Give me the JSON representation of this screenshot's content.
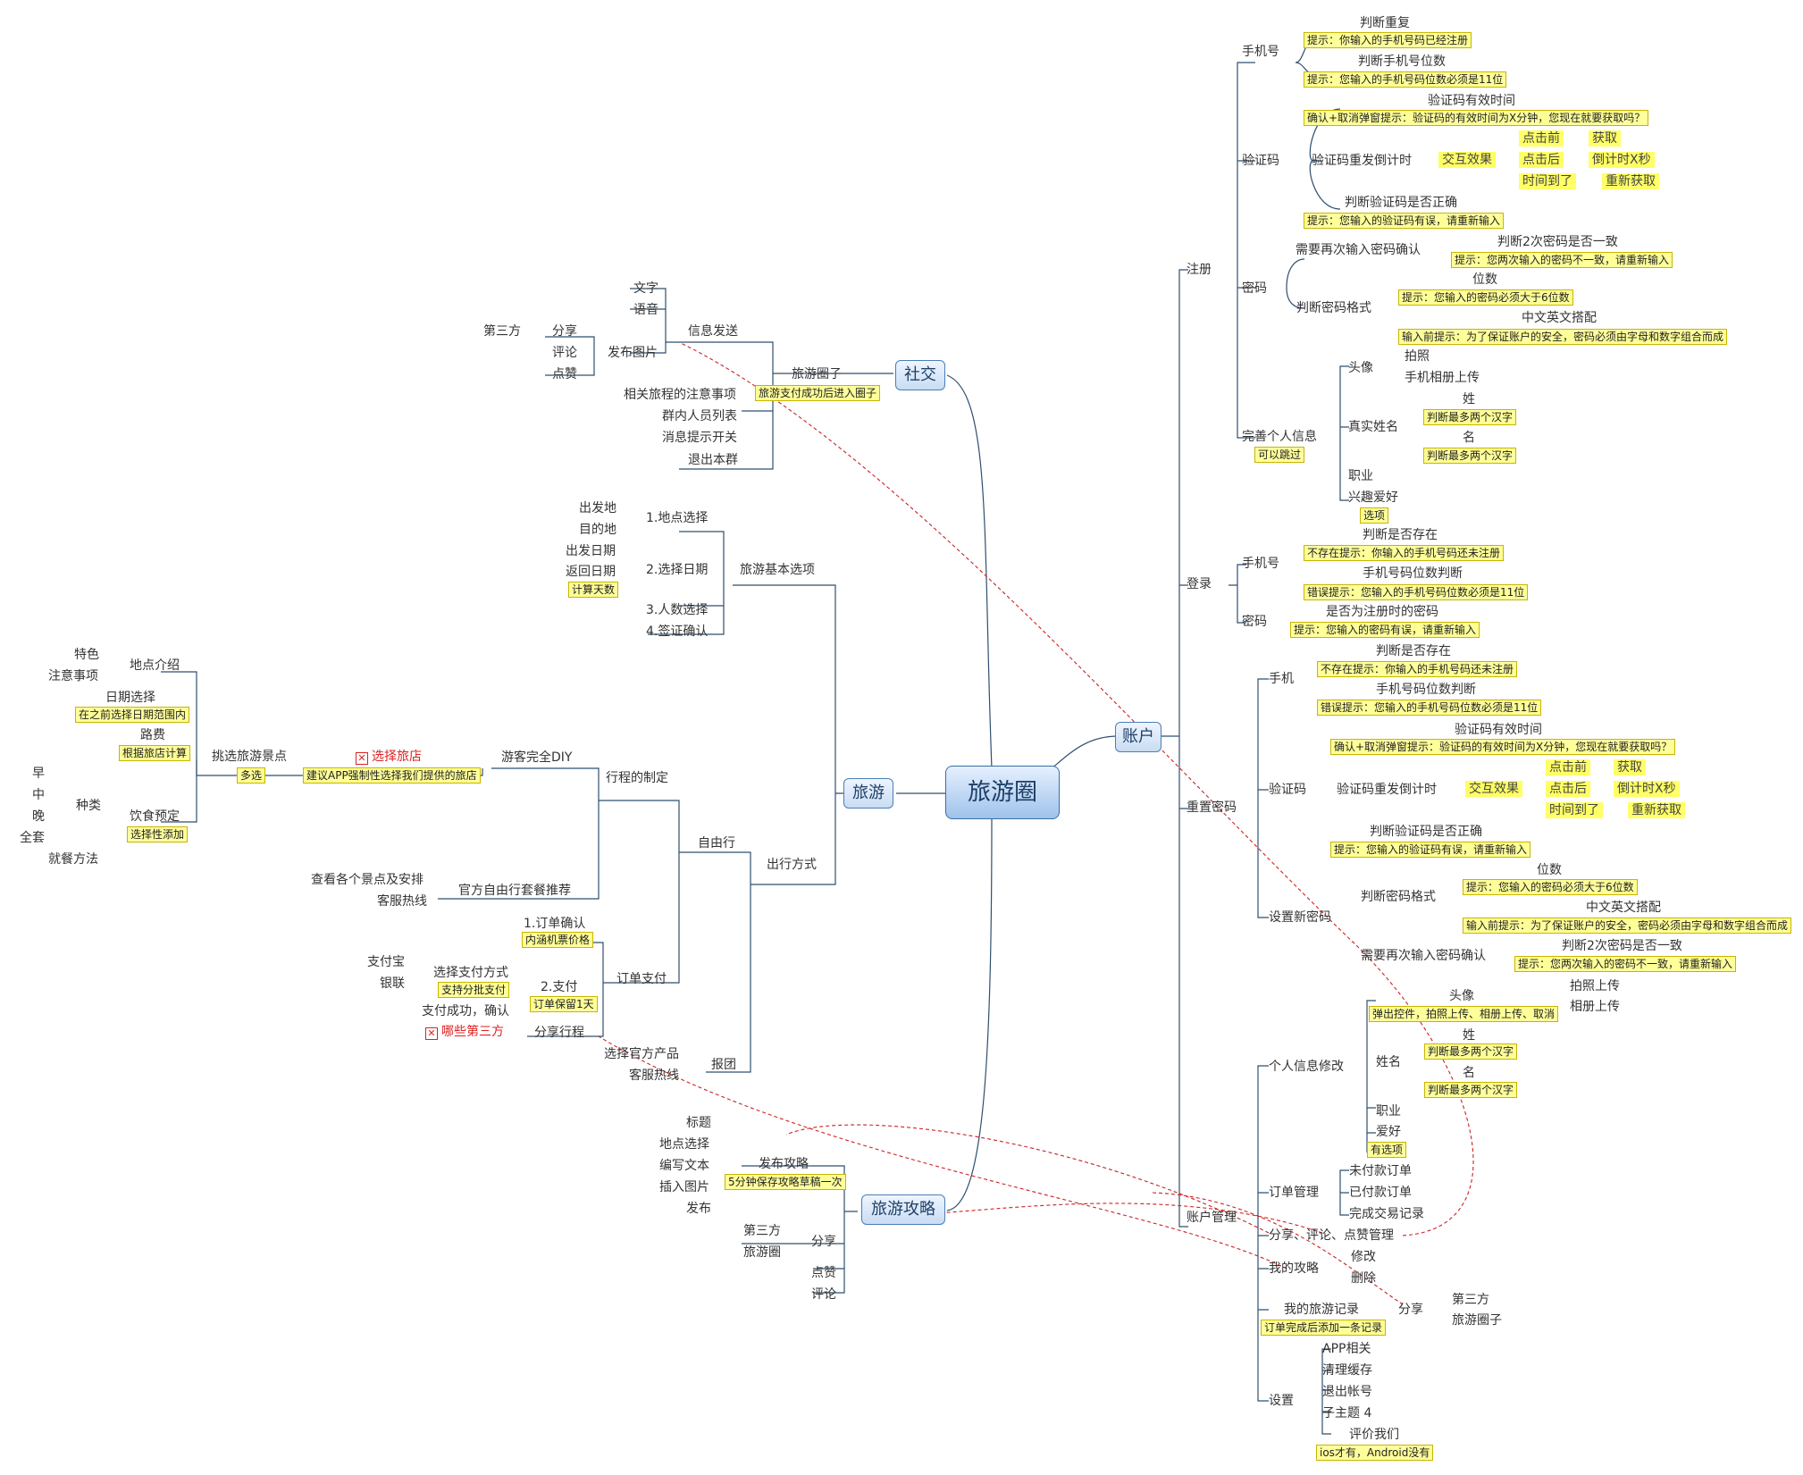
{
  "root": "旅游圈",
  "account": {
    "title": "账户",
    "register": {
      "title": "注册",
      "phone": "手机号",
      "dup_check": "判断重复",
      "dup_tip": "提示：你输入的手机号码已经注册",
      "digits_check": "判断手机号位数",
      "digits_tip": "提示：您输入的手机号码位数必须是11位",
      "code": "验证码",
      "code_valid": "验证码有效时间",
      "code_valid_tip": "确认+取消弹窗提示：验证码的有效时间为X分钟，您现在就要获取吗？",
      "resend": "验证码重发倒计时",
      "effect": "交互效果",
      "before": "点击前",
      "get": "获取",
      "after": "点击后",
      "countdown": "倒计时X秒",
      "time_up": "时间到了",
      "reget": "重新获取",
      "code_check": "判断验证码是否正确",
      "code_check_tip": "提示：您输入的验证码有误，请重新输入",
      "password": "密码",
      "confirm_pwd": "需要再次输入密码确认",
      "same_check": "判断2次密码是否一致",
      "same_tip": "提示：您两次输入的密码不一致，请重新输入",
      "format_check": "判断密码格式",
      "digits": "位数",
      "digits_pwd_tip": "提示：您输入的密码必须大于6位数",
      "mix": "中文英文搭配",
      "mix_tip": "输入前提示：为了保证账户的安全，密码必须由字母和数字组合而成",
      "profile": "完善个人信息",
      "skippable": "可以跳过",
      "avatar": "头像",
      "photo": "拍照",
      "album": "手机相册上传",
      "realname": "真实姓名",
      "surname": "姓",
      "given": "名",
      "two_chars": "判断最多两个汉字",
      "job": "职业",
      "hobby": "兴趣爱好",
      "option": "选项"
    },
    "login": {
      "title": "登录",
      "phone": "手机号",
      "exists": "判断是否存在",
      "exists_tip": "不存在提示：你输入的手机号码还未注册",
      "digits": "手机号码位数判断",
      "digits_tip": "错误提示：您输入的手机号码位数必须是11位",
      "password": "密码",
      "pwd_check": "是否为注册时的密码",
      "pwd_tip": "提示：您输入的密码有误，请重新输入"
    },
    "reset": {
      "title": "重置密码",
      "phone": "手机",
      "exists": "判断是否存在",
      "exists_tip": "不存在提示：你输入的手机号码还未注册",
      "digits": "手机号码位数判断",
      "digits_tip": "错误提示：您输入的手机号码位数必须是11位",
      "code": "验证码",
      "code_valid": "验证码有效时间",
      "code_valid_tip": "确认+取消弹窗提示：验证码的有效时间为X分钟，您现在就要获取吗？",
      "resend": "验证码重发倒计时",
      "effect": "交互效果",
      "before": "点击前",
      "get": "获取",
      "after": "点击后",
      "countdown": "倒计时X秒",
      "time_up": "时间到了",
      "reget": "重新获取",
      "code_check": "判断验证码是否正确",
      "code_check_tip": "提示：您输入的验证码有误，请重新输入",
      "new_pwd": "设置新密码",
      "format_check": "判断密码格式",
      "digits_len": "位数",
      "digits_pwd_tip": "提示：您输入的密码必须大于6位数",
      "mix": "中文英文搭配",
      "mix_tip": "输入前提示：为了保证账户的安全，密码必须由字母和数字组合而成",
      "confirm_pwd": "需要再次输入密码确认",
      "same_check": "判断2次密码是否一致",
      "same_tip": "提示：您两次输入的密码不一致，请重新输入"
    },
    "manage": {
      "title": "账户管理",
      "profile_edit": "个人信息修改",
      "avatar": "头像",
      "popup": "弹出控件，拍照上传、相册上传、取消",
      "photo_upload": "拍照上传",
      "album_upload": "相册上传",
      "name": "姓名",
      "surname": "姓",
      "given": "名",
      "two_chars": "判断最多两个汉字",
      "job": "职业",
      "hobby": "爱好",
      "has_option": "有选项",
      "orders": "订单管理",
      "unpaid": "未付款订单",
      "paid": "已付款订单",
      "done": "完成交易记录",
      "share_mgmt": "分享、评论、点赞管理",
      "my_guides": "我的攻略",
      "edit": "修改",
      "delete": "删除",
      "records": "我的旅游记录",
      "records_tip": "订单完成后添加一条记录",
      "share": "分享",
      "third": "第三方",
      "circle": "旅游圈子",
      "settings": "设置",
      "app": "APP相关",
      "cache": "清理缓存",
      "logout": "退出帐号",
      "subtopic": "子主题 4",
      "rate": "评价我们",
      "rate_tip": "ios才有，Android没有"
    }
  },
  "social": {
    "title": "社交",
    "circle": "旅游圈子",
    "circle_tip": "旅游支付成功后进入圈子",
    "send": "信息发送",
    "text": "文字",
    "voice": "语音",
    "post_pic": "发布图片",
    "share": "分享",
    "third": "第三方",
    "comment": "评论",
    "like": "点赞",
    "notes": "相关旅程的注意事项",
    "members": "群内人员列表",
    "switch": "消息提示开关",
    "quit": "退出本群"
  },
  "travel": {
    "title": "旅游",
    "basic": "旅游基本选项",
    "place": "1.地点选择",
    "from": "出发地",
    "to": "目的地",
    "date": "2.选择日期",
    "depart": "出发日期",
    "return": "返回日期",
    "days": "计算天数",
    "people": "3.人数选择",
    "visa": "4.签证确认",
    "mode": "出行方式",
    "self": "自由行",
    "plan": "行程的制定",
    "diy": "游客完全DIY",
    "hotel": "选择旅店",
    "hotel_tip": "建议APP强制性选择我们提供的旅店",
    "spots": "挑选旅游景点",
    "multi": "多选",
    "intro": "地点介绍",
    "feature": "特色",
    "attention": "注意事项",
    "date_pick": "日期选择",
    "date_tip": "在之前选择日期范围内",
    "route_fee": "路费",
    "fee_tip": "根据旅店计算",
    "meal": "饮食预定",
    "meal_tip": "选择性添加",
    "kind": "种类",
    "breakfast": "早",
    "lunch": "中",
    "dinner": "晚",
    "all": "全套",
    "dining": "就餐方法",
    "official": "官方自由行套餐推荐",
    "view_all": "查看各个景点及安排",
    "hotline": "客服热线",
    "pay": "订单支付",
    "confirm": "1.订单确认",
    "confirm_tip": "内涵机票价格",
    "pay2": "2.支付",
    "pay2_tip": "订单保留1天",
    "method": "选择支付方式",
    "method_tip": "支持分批支付",
    "alipay": "支付宝",
    "unionpay": "银联",
    "success": "支付成功，确认",
    "share_trip": "分享行程",
    "which_third": "哪些第三方",
    "group": "报团",
    "official_prod": "选择官方产品",
    "hotline2": "客服热线"
  },
  "guide": {
    "title": "旅游攻略",
    "publish": "发布攻略",
    "publish_tip": "5分钟保存攻略草稿一次",
    "title_field": "标题",
    "place": "地点选择",
    "text": "编写文本",
    "image": "插入图片",
    "post": "发布",
    "share": "分享",
    "third": "第三方",
    "circle": "旅游圈",
    "like": "点赞",
    "comment": "评论"
  },
  "colors": {
    "line": "#2f4f6f",
    "note_bg": "#ffff99",
    "highlight_bg": "#ffff66",
    "arrow": "#cc2222",
    "node_border": "#4a7fb5"
  }
}
